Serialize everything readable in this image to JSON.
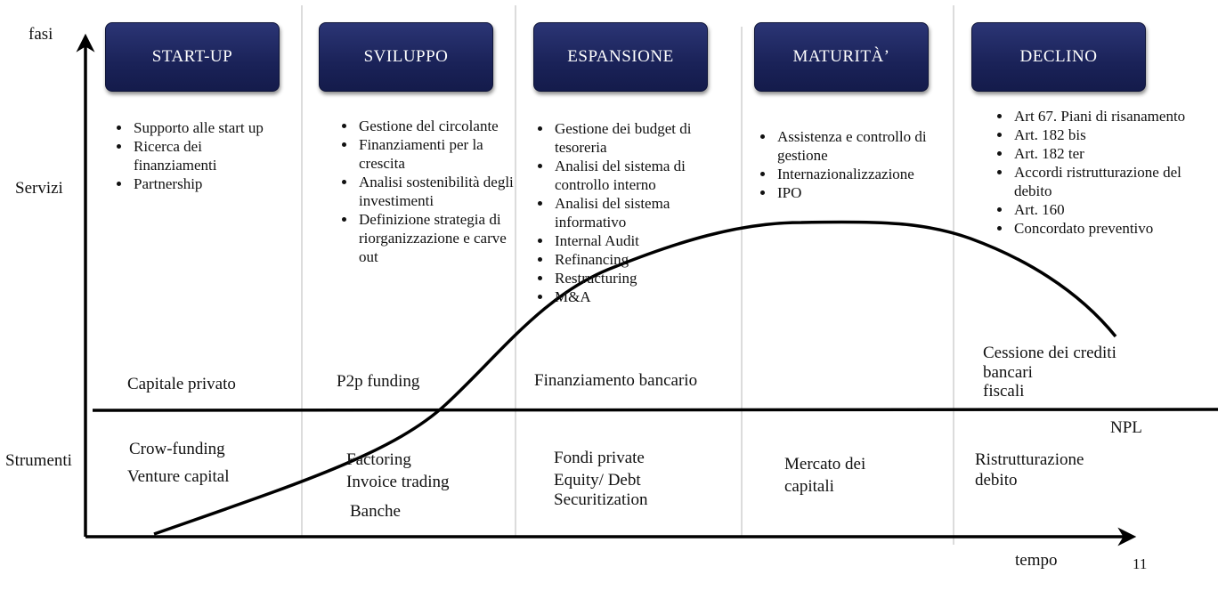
{
  "axis": {
    "y_label": "fasi",
    "x_label": "tempo",
    "row_services": "Servizi",
    "row_tools": "Strumenti"
  },
  "phases": [
    {
      "name": "START-UP",
      "services": [
        "Supporto alle start up",
        "Ricerca dei finanziamenti",
        "Partnership"
      ],
      "upper_tool": [
        "Capitale privato"
      ],
      "lower_tools": [
        "Crow-funding",
        "Venture capital"
      ]
    },
    {
      "name": "SVILUPPO",
      "services": [
        "Gestione del circolante",
        "Finanziamenti per la crescita",
        "Analisi sostenibilità degli investimenti",
        "Definizione strategia di riorganizzazione e carve out"
      ],
      "upper_tool": [
        "P2p funding"
      ],
      "lower_tools": [
        "Factoring",
        "Invoice trading",
        "Banche"
      ]
    },
    {
      "name": "ESPANSIONE",
      "services": [
        "Gestione dei budget di tesoreria",
        "Analisi del sistema di controllo interno",
        "Analisi del sistema informativo",
        "Internal Audit",
        "Refinancing",
        "Restructuring",
        "M&A"
      ],
      "upper_tool": [
        "Finanziamento bancario"
      ],
      "lower_tools": [
        "Fondi private",
        "Equity/ Debt",
        "Securitization"
      ]
    },
    {
      "name": "MATURITÀ’",
      "services": [
        "Assistenza e controllo di gestione",
        "Internazionalizzazione",
        "IPO"
      ],
      "upper_tool": [],
      "lower_tools": [
        "Mercato dei",
        "capitali"
      ]
    },
    {
      "name": "DECLINO",
      "services": [
        "Art 67. Piani di risanamento",
        "Art. 182 bis",
        "Art. 182 ter",
        "Accordi ristrutturazione del debito",
        "Art. 160",
        "Concordato preventivo"
      ],
      "upper_tool": [
        "Cessione dei crediti",
        "bancari",
        "fiscali"
      ],
      "lower_tools": [
        "Ristrutturazione",
        "debito"
      ]
    }
  ],
  "npl_label": "NPL",
  "page_number": "11",
  "colors": {
    "phase_box": "#1a2258",
    "phase_text": "#ffffff",
    "axis": "#000000",
    "divider": "#bfbfbf"
  }
}
